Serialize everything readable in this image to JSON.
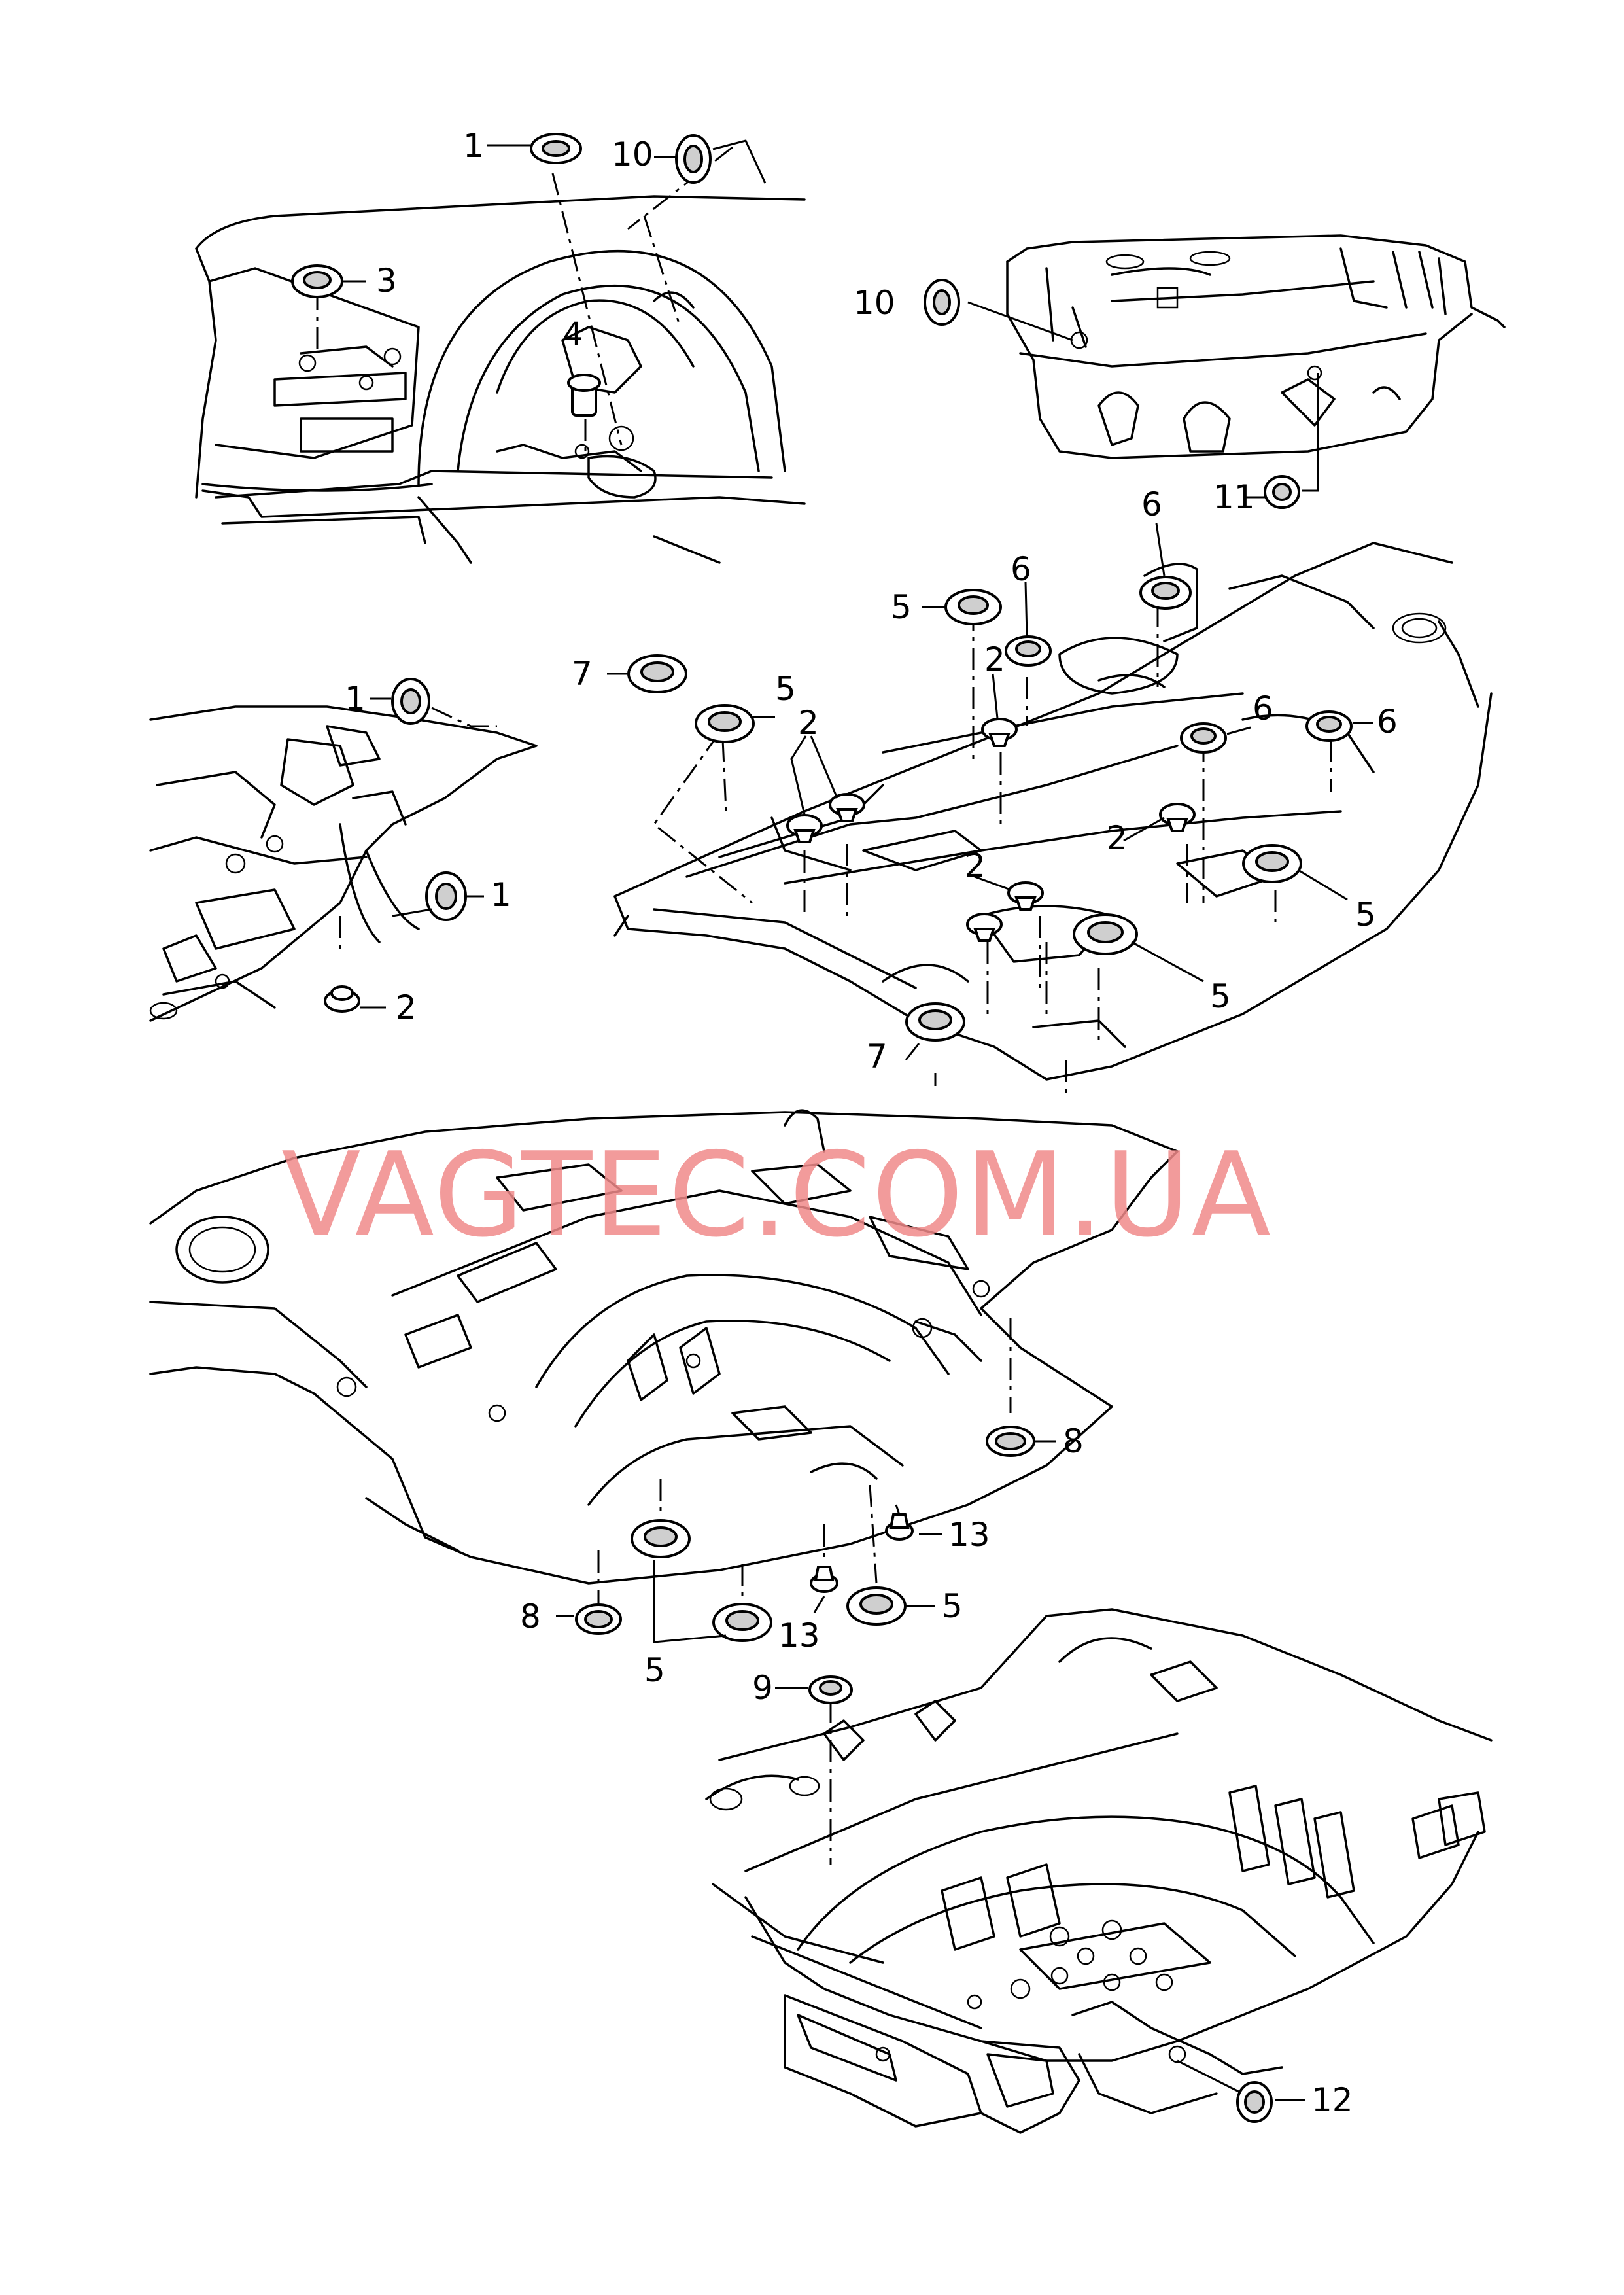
{
  "watermark": "VAGTEC.COM.UA",
  "labels": {
    "a1": "1",
    "a10": "10",
    "a3": "3",
    "a4": "4",
    "b10": "10",
    "b11": "11",
    "c6a": "6",
    "c6b": "6",
    "c5a": "5",
    "c7a": "7",
    "c5b": "5",
    "c2a": "2",
    "c2b": "2",
    "c6c": "6",
    "c6d": "6",
    "c2c": "2",
    "c2d": "2",
    "c5c": "5",
    "c5d": "5",
    "c7b": "7",
    "d1a": "1",
    "d1b": "1",
    "d2": "2",
    "e8a": "8",
    "e13a": "13",
    "e8b": "8",
    "e5a": "5",
    "e13b": "13",
    "e5b": "5",
    "f9": "9",
    "f12": "12"
  },
  "icons": [
    "grommet-icon",
    "plug-icon",
    "clip-icon"
  ]
}
